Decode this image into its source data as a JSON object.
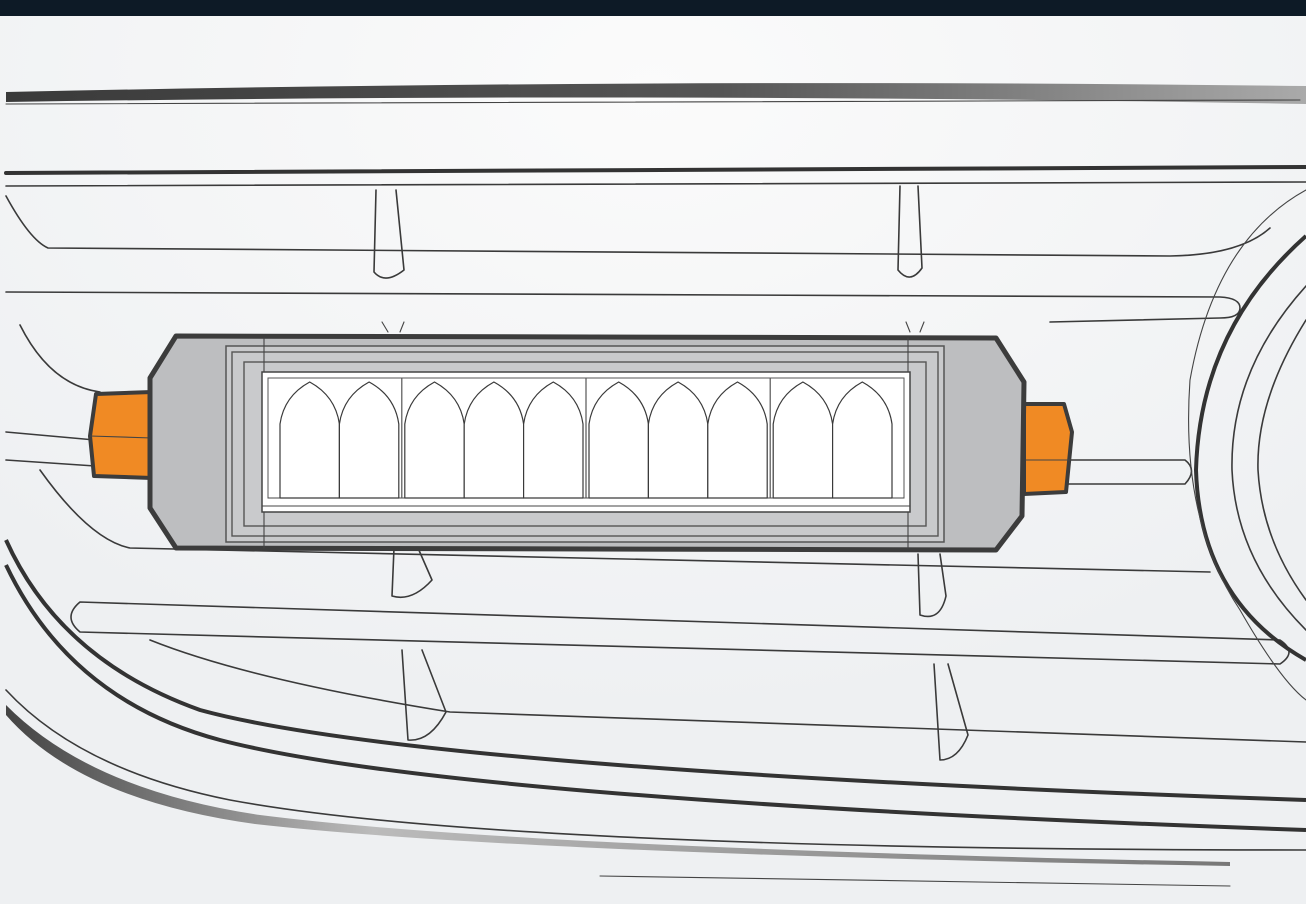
{
  "colors": {
    "background": "#f2f3f4",
    "top_bar": "#0d1a26",
    "housing": "#bdbec0",
    "frame_inner": "#c9cacc",
    "led_white": "#ffffff",
    "outline": "#3a3a3a",
    "mount_tab_primary": "#f08a24",
    "mount_tab_secondary": "#e77d1b"
  },
  "led_segments": [
    {
      "cells": 2
    },
    {
      "cells": 3
    },
    {
      "cells": 3
    },
    {
      "cells": 2
    }
  ]
}
